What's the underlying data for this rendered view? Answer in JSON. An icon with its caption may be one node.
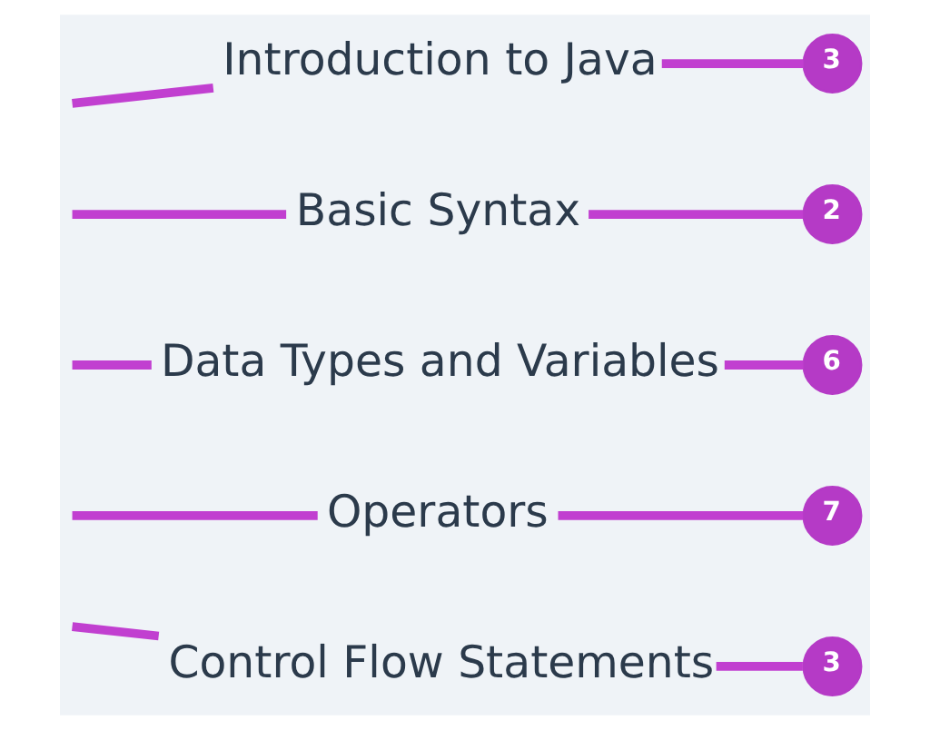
{
  "diagram": {
    "nodes": [
      {
        "text": [
          "Introduction to Java"
        ]
      },
      {
        "text": [
          "3"
        ]
      },
      {
        "text": [
          "Basic Syntax"
        ]
      },
      {
        "text": [
          "2"
        ]
      },
      {
        "text": [
          "Data Types and Variables"
        ]
      },
      {
        "text": [
          "6"
        ]
      },
      {
        "text": [
          "Operators"
        ]
      },
      {
        "text": [
          "7"
        ]
      },
      {
        "text": [
          "Control Flow Statements"
        ]
      },
      {
        "text": [
          "3"
        ]
      }
    ],
    "edges": [
      {
        "from": null,
        "to": 0,
        "arrow": "none"
      },
      {
        "from": 0,
        "to": 1,
        "arrow": "none"
      },
      {
        "from": null,
        "to": 2,
        "arrow": "none"
      },
      {
        "from": 2,
        "to": 3,
        "arrow": "none"
      },
      {
        "from": null,
        "to": 4,
        "arrow": "none"
      },
      {
        "from": 4,
        "to": 5,
        "arrow": "none"
      },
      {
        "from": null,
        "to": 6,
        "arrow": "none"
      },
      {
        "from": 6,
        "to": 7,
        "arrow": "none"
      },
      {
        "from": null,
        "to": 8,
        "arrow": "none"
      },
      {
        "from": 8,
        "to": 9,
        "arrow": "none"
      }
    ]
  }
}
